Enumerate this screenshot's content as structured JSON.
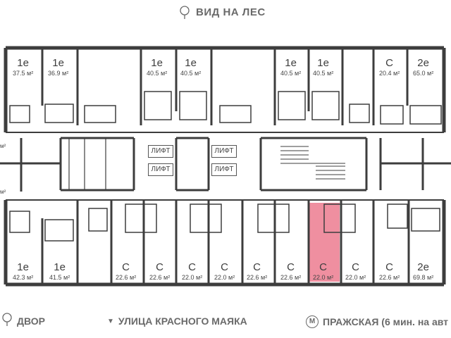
{
  "header": {
    "view_label": "ВИД НА ЛЕС"
  },
  "footer": {
    "yard_label": "ДВОР",
    "street_label": "УЛИЦА КРАСНОГО МАЯКА",
    "metro_symbol": "М",
    "metro_label": "ПРАЖСКАЯ (6 мин. на авт"
  },
  "lift_label": "ЛИФТ",
  "left_edge_labels": [
    "м²",
    "м²"
  ],
  "top_units": [
    {
      "type": "1е",
      "area": "37.5 м²"
    },
    {
      "type": "1е",
      "area": "36.9 м²"
    },
    {
      "type": "1е",
      "area": "40.5 м²"
    },
    {
      "type": "1е",
      "area": "40.5 м²"
    },
    {
      "type": "1е",
      "area": "40.5 м²"
    },
    {
      "type": "1е",
      "area": "40.5 м²"
    },
    {
      "type": "С",
      "area": "20.4 м²"
    },
    {
      "type": "2е",
      "area": "65.0 м²"
    }
  ],
  "bottom_units": [
    {
      "type": "1е",
      "area": "42.3 м²"
    },
    {
      "type": "1е",
      "area": "41.5 м²"
    },
    {
      "type": "С",
      "area": "22.6 м²"
    },
    {
      "type": "С",
      "area": "22.6 м²"
    },
    {
      "type": "С",
      "area": "22.0 м²"
    },
    {
      "type": "С",
      "area": "22.0 м²"
    },
    {
      "type": "С",
      "area": "22.6 м²"
    },
    {
      "type": "С",
      "area": "22.6 м²"
    },
    {
      "type": "С",
      "area": "22.0 м²"
    },
    {
      "type": "С",
      "area": "22.0 м²"
    },
    {
      "type": "С",
      "area": "22.6 м²"
    },
    {
      "type": "2е",
      "area": "69.8 м²"
    }
  ],
  "colors": {
    "wall": "#3d3d3d",
    "highlight": "#ef8fa0",
    "text": "#6a6a6a"
  }
}
